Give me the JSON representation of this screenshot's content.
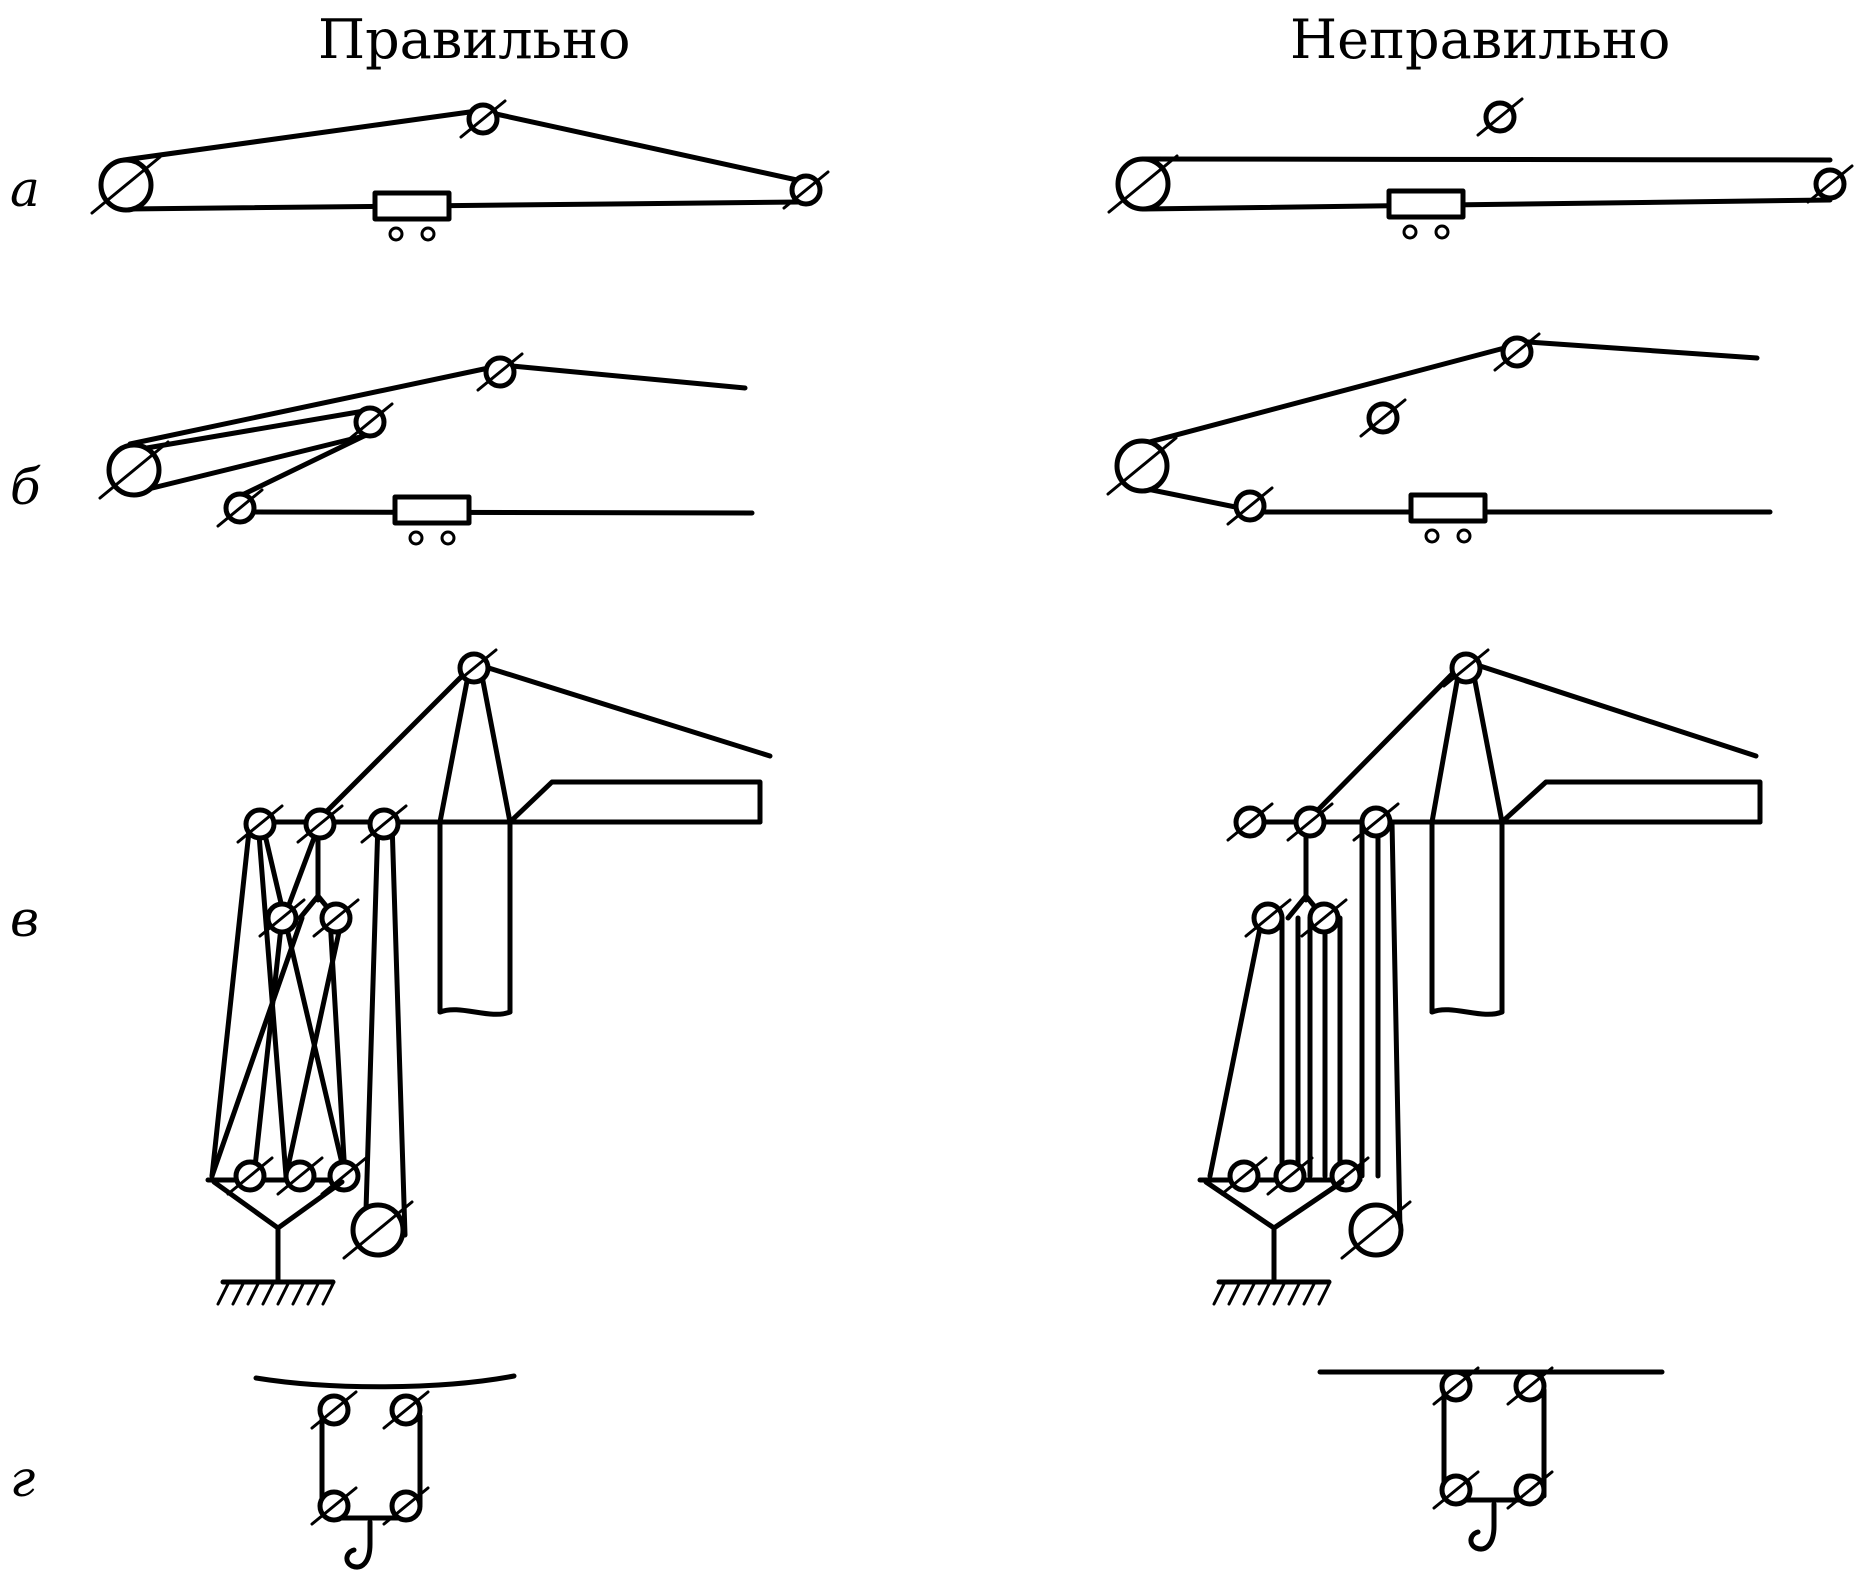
{
  "columns": {
    "correct": "Правильно",
    "incorrect": "Неправильно"
  },
  "rows": [
    {
      "label": "а"
    },
    {
      "label": "б"
    },
    {
      "label": "в"
    },
    {
      "label": "г"
    }
  ]
}
